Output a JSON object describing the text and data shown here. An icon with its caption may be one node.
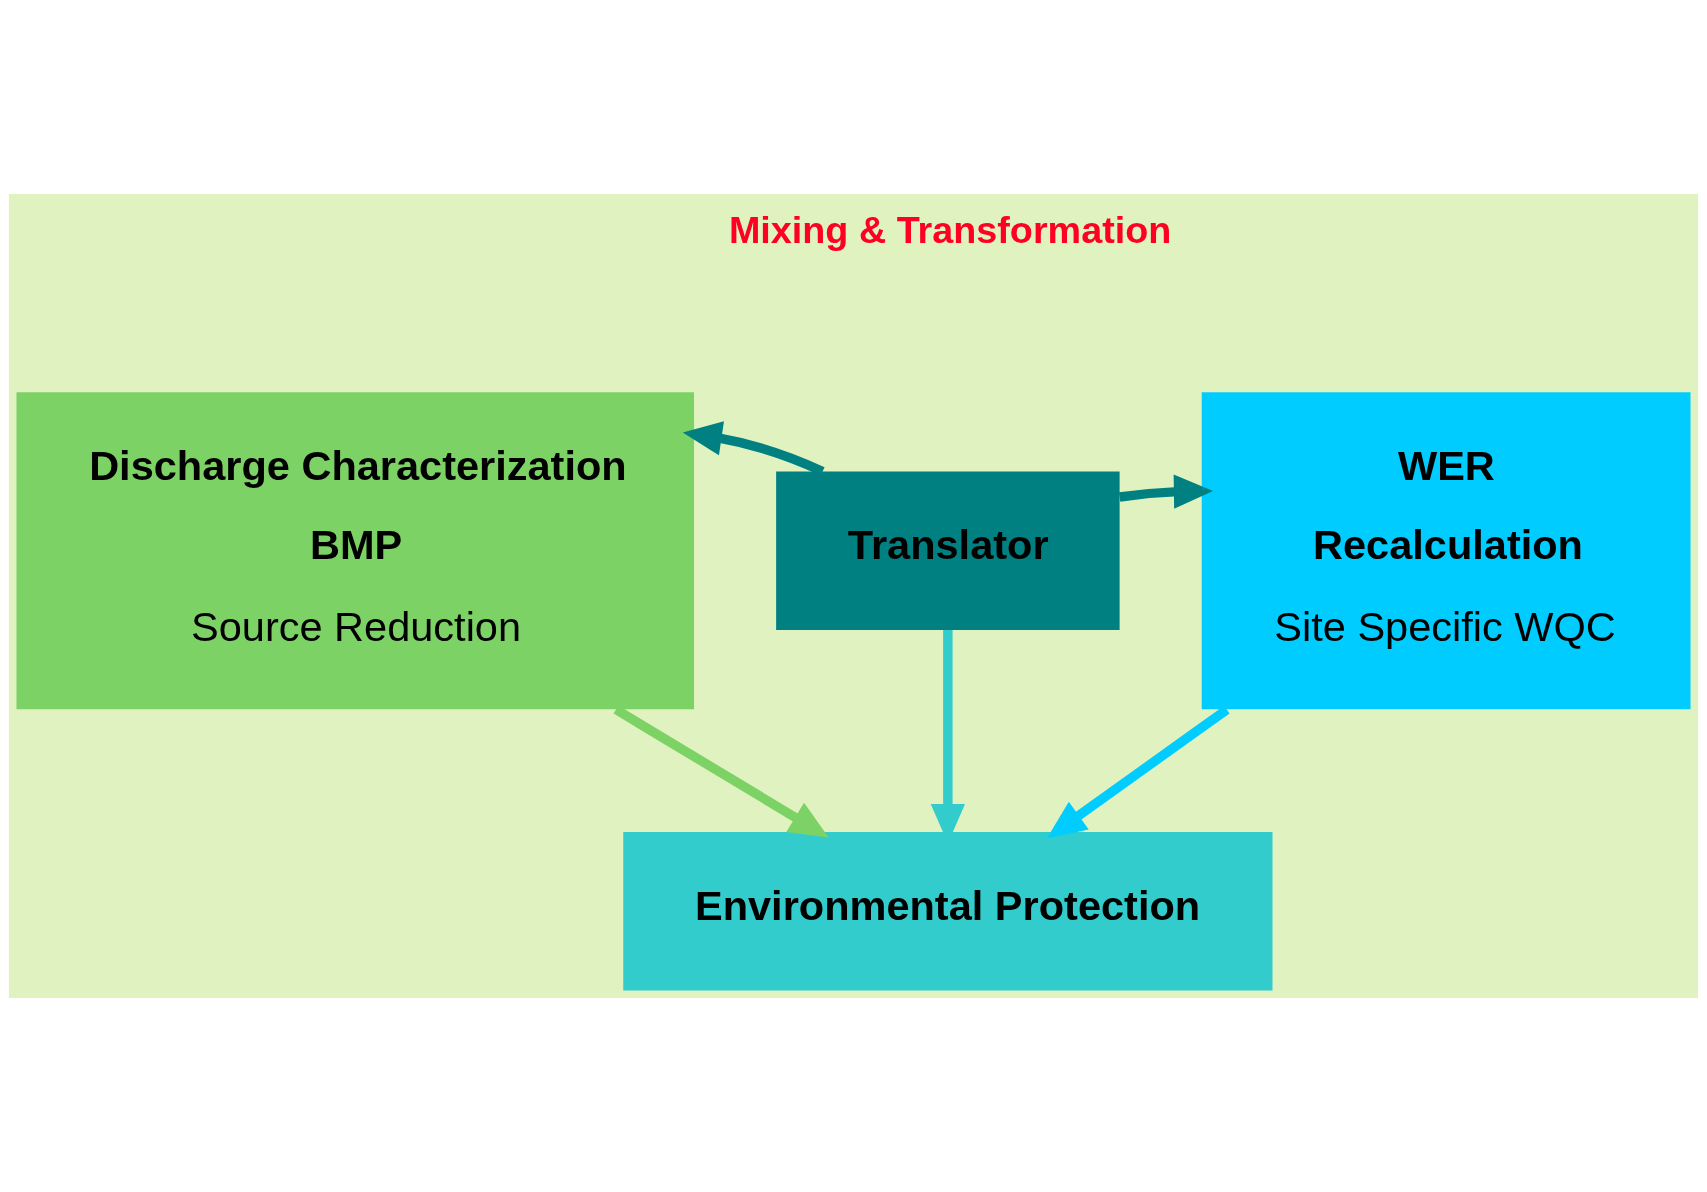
{
  "diagram": {
    "nodes": [
      {
        "text": [
          "Discharge Characterization",
          "BMP",
          "Source Reduction"
        ]
      },
      {
        "text": [
          "WER",
          "Recalculation",
          "Site Specific WQC"
        ]
      },
      {
        "text": [
          "Translator"
        ]
      },
      {
        "text": [
          "Environmental Protection"
        ]
      }
    ],
    "edges": [
      {
        "from": 2,
        "to": 0,
        "arrow": "to",
        "color": "#008080"
      },
      {
        "from": 2,
        "to": 1,
        "arrow": "to",
        "color": "#008080"
      },
      {
        "from": 2,
        "to": 3,
        "arrow": "to",
        "color": "#33cccc"
      },
      {
        "from": 0,
        "to": 3,
        "arrow": "to",
        "color": "#7dd266"
      },
      {
        "from": 1,
        "to": 3,
        "arrow": "to",
        "color": "#00ccff"
      }
    ],
    "labels": [
      "Mixing & Transformation"
    ]
  }
}
